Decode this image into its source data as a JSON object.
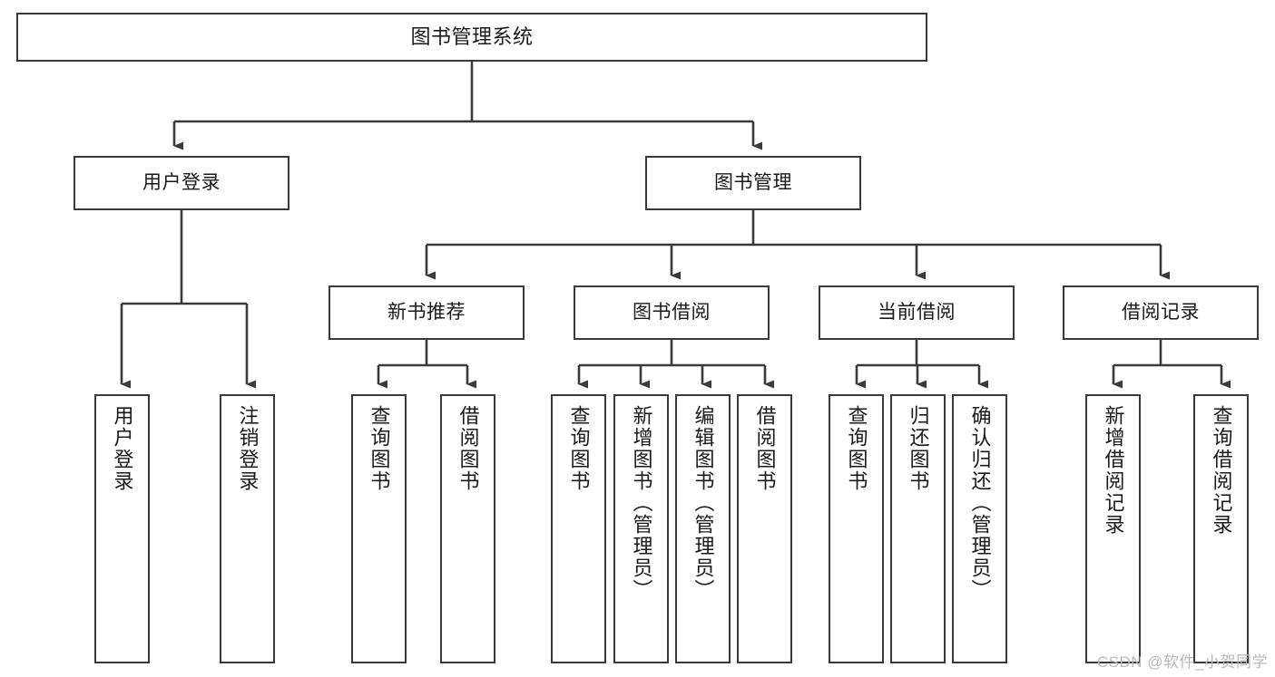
{
  "diagram": {
    "title": "图书管理系统",
    "type": "hierarchy-tree",
    "watermark": "CSDN @软件_小贺同学",
    "colors": {
      "stroke": "#3a3a3a",
      "fill": "#ffffff",
      "text": "#1a1a1a",
      "watermark": "#b9b9b9"
    },
    "nodes": {
      "root": {
        "label": "图书管理系统",
        "level": 0
      },
      "level1": [
        {
          "id": "user-login",
          "label": "用户登录"
        },
        {
          "id": "book-manage",
          "label": "图书管理"
        }
      ],
      "level2": [
        {
          "id": "new-book-rec",
          "label": "新书推荐"
        },
        {
          "id": "book-borrow",
          "label": "图书借阅"
        },
        {
          "id": "current-borrow",
          "label": "当前借阅"
        },
        {
          "id": "borrow-record",
          "label": "借阅记录"
        }
      ],
      "leaves": {
        "user-login": [
          {
            "id": "leaf-user-login",
            "label": "用户登录"
          },
          {
            "id": "leaf-logout",
            "label": "注销登录"
          }
        ],
        "new-book-rec": [
          {
            "id": "leaf-query-book-1",
            "label": "查询图书"
          },
          {
            "id": "leaf-borrow-book-1",
            "label": "借阅图书"
          }
        ],
        "book-borrow": [
          {
            "id": "leaf-query-book-2",
            "label": "查询图书"
          },
          {
            "id": "leaf-add-book",
            "label": "新增图书（管理员）"
          },
          {
            "id": "leaf-edit-book",
            "label": "编辑图书（管理员）"
          },
          {
            "id": "leaf-borrow-book-2",
            "label": "借阅图书"
          }
        ],
        "current-borrow": [
          {
            "id": "leaf-query-book-3",
            "label": "查询图书"
          },
          {
            "id": "leaf-return-book",
            "label": "归还图书"
          },
          {
            "id": "leaf-confirm-return",
            "label": "确认归还（管理员）"
          }
        ],
        "borrow-record": [
          {
            "id": "leaf-add-record",
            "label": "新增借阅记录"
          },
          {
            "id": "leaf-query-record",
            "label": "查询借阅记录"
          }
        ]
      }
    }
  }
}
